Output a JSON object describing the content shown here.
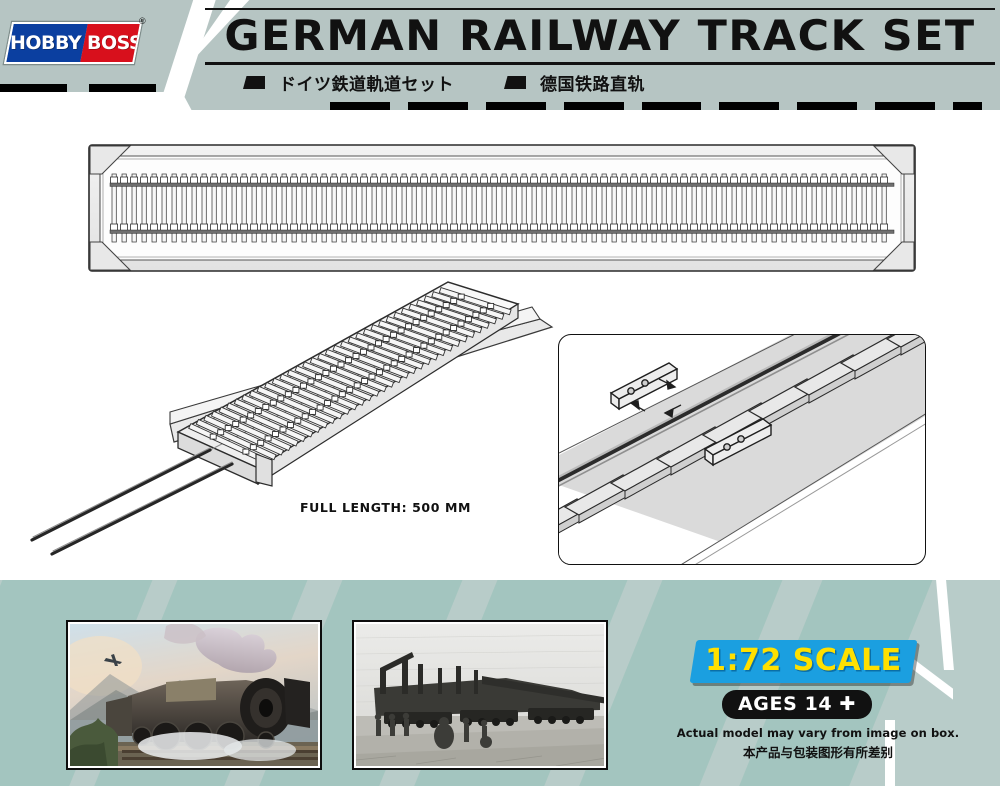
{
  "brand": {
    "logo_word_1": "HOBBY",
    "logo_word_2": "BOSS",
    "registered_mark": "®",
    "logo_blue": "#0b3fa0",
    "logo_red": "#d8101c"
  },
  "header": {
    "title": "GERMAN RAILWAY TRACK SET",
    "subtitle_japanese": "ドイツ鉄道軌道セット",
    "subtitle_chinese": "德国铁路直轨",
    "background_color": "#b6c5c3"
  },
  "illustrations": {
    "sprue_top_label": "railway-track-sprue-top-view",
    "sprue_perspective_label": "railway-track-sprue-perspective-view",
    "full_length_note": "FULL LENGTH:  500 MM",
    "detail_inset_label": "rail-joiner-fishplate-detail"
  },
  "photos": [
    {
      "name": "locomotive-artwork",
      "caption": "German steam locomotive artwork with aircraft"
    },
    {
      "name": "railway-gun-photo",
      "caption": "Historical black and white photo of German railway gun"
    }
  ],
  "footer": {
    "scale": "1:72 SCALE",
    "ages": "AGES 14 ✚",
    "disclaimer_en": "Actual model may vary from image on box.",
    "disclaimer_cn": "本产品与包装图形有所差别",
    "scale_badge_bg": "#1b9fe0",
    "scale_badge_fg": "#ffe000",
    "panel_color": "#b8ccc9"
  }
}
